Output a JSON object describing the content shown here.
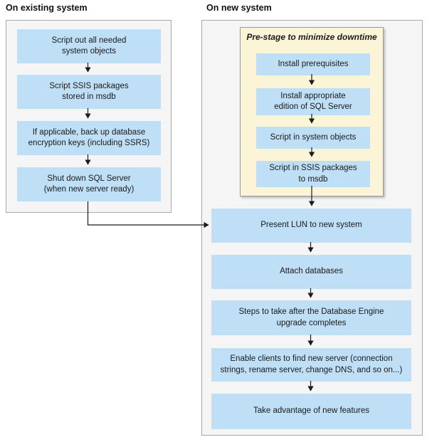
{
  "colors": {
    "step_box_blue": "#bedff6",
    "prestage_yellow": "#fbf4d6",
    "container_gray": "#f5f5f6",
    "container_border": "#a9a9a9",
    "arrow_black": "#1b1b1b"
  },
  "existing_system": {
    "label": "On existing system",
    "steps": [
      "Script out all needed\nsystem objects",
      "Script SSIS packages\nstored in msdb",
      "If applicable, back up database\nencryption keys (including SSRS)",
      "Shut down SQL Server\n(when new server ready)"
    ]
  },
  "new_system": {
    "label": "On new system",
    "prestage": {
      "title": "Pre-stage to minimize downtime",
      "steps": [
        "Install prerequisites",
        "Install appropriate\nedition of SQL Server",
        "Script in system objects",
        "Script in SSIS packages\nto msdb"
      ]
    },
    "steps": [
      "Present LUN to new system",
      "Attach databases",
      "Steps to take after the Database Engine\nupgrade completes",
      "Enable clients to find new server (connection\nstrings, rename server, change DNS, and so on...)",
      "Take advantage of new features"
    ]
  }
}
